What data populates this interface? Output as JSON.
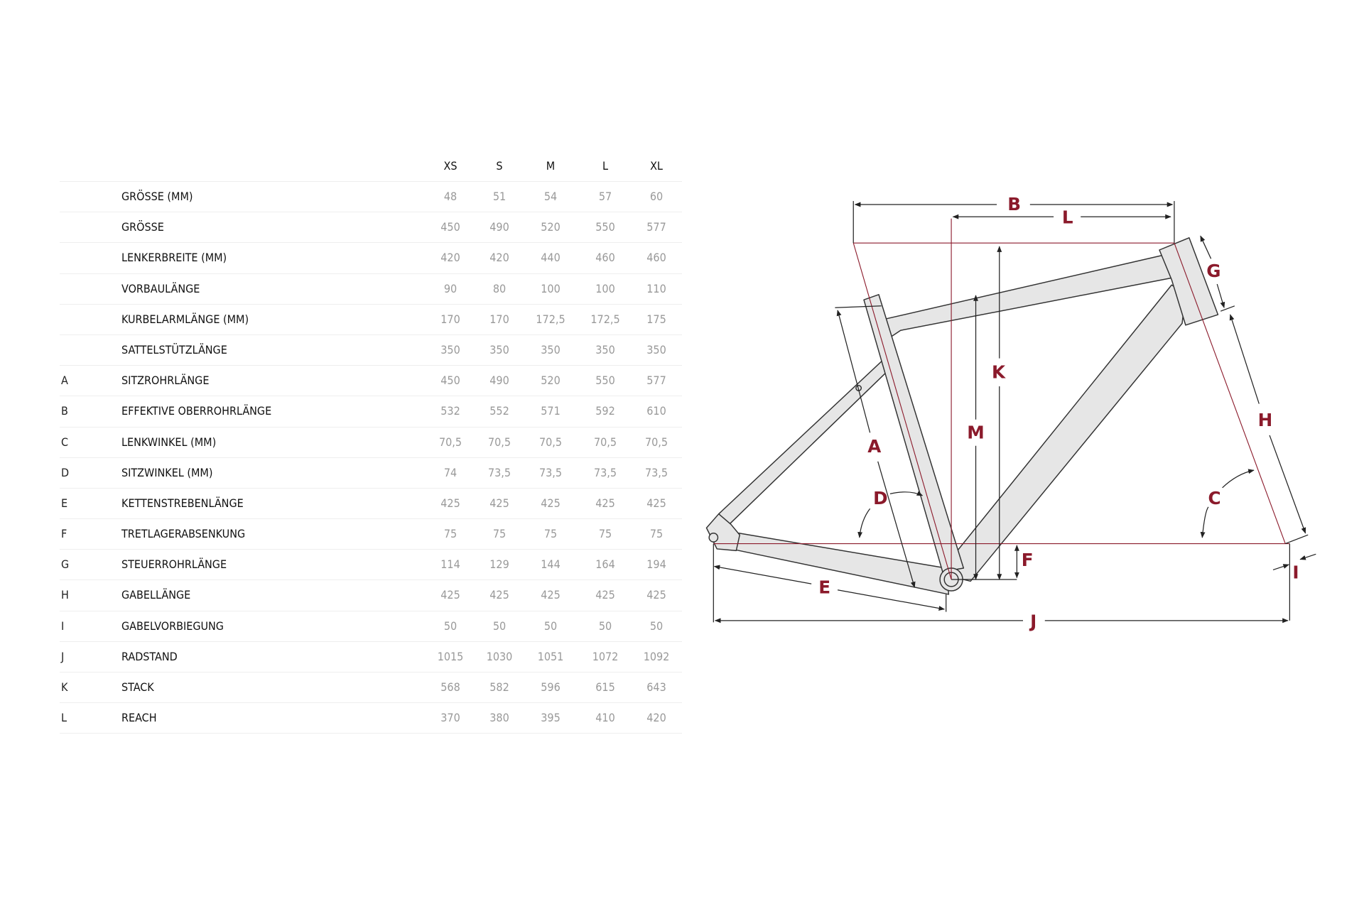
{
  "table": {
    "sizes": [
      "XS",
      "S",
      "M",
      "L",
      "XL"
    ],
    "rows": [
      {
        "letter": "",
        "label": "GRÖSSE (MM)",
        "values": [
          "48",
          "51",
          "54",
          "57",
          "60"
        ]
      },
      {
        "letter": "",
        "label": "GRÖSSE",
        "values": [
          "450",
          "490",
          "520",
          "550",
          "577"
        ]
      },
      {
        "letter": "",
        "label": "LENKERBREITE (MM)",
        "values": [
          "420",
          "420",
          "440",
          "460",
          "460"
        ]
      },
      {
        "letter": "",
        "label": "VORBAULÄNGE",
        "values": [
          "90",
          "80",
          "100",
          "100",
          "110"
        ]
      },
      {
        "letter": "",
        "label": "KURBELARMLÄNGE (MM)",
        "values": [
          "170",
          "170",
          "172,5",
          "172,5",
          "175"
        ]
      },
      {
        "letter": "",
        "label": "SATTELSTÜTZLÄNGE",
        "values": [
          "350",
          "350",
          "350",
          "350",
          "350"
        ]
      },
      {
        "letter": "A",
        "label": "SITZROHRLÄNGE",
        "values": [
          "450",
          "490",
          "520",
          "550",
          "577"
        ]
      },
      {
        "letter": "B",
        "label": "EFFEKTIVE OBERROHRLÄNGE",
        "values": [
          "532",
          "552",
          "571",
          "592",
          "610"
        ]
      },
      {
        "letter": "C",
        "label": "LENKWINKEL (MM)",
        "values": [
          "70,5",
          "70,5",
          "70,5",
          "70,5",
          "70,5"
        ]
      },
      {
        "letter": "D",
        "label": "SITZWINKEL (MM)",
        "values": [
          "74",
          "73,5",
          "73,5",
          "73,5",
          "73,5"
        ]
      },
      {
        "letter": "E",
        "label": "KETTENSTREBENLÄNGE",
        "values": [
          "425",
          "425",
          "425",
          "425",
          "425"
        ]
      },
      {
        "letter": "F",
        "label": "TRETLAGERABSENKUNG",
        "values": [
          "75",
          "75",
          "75",
          "75",
          "75"
        ]
      },
      {
        "letter": "G",
        "label": "STEUERROHRLÄNGE",
        "values": [
          "114",
          "129",
          "144",
          "164",
          "194"
        ]
      },
      {
        "letter": "H",
        "label": "GABELLÄNGE",
        "values": [
          "425",
          "425",
          "425",
          "425",
          "425"
        ]
      },
      {
        "letter": "I",
        "label": "GABELVORBIEGUNG",
        "values": [
          "50",
          "50",
          "50",
          "50",
          "50"
        ]
      },
      {
        "letter": "J",
        "label": "RADSTAND",
        "values": [
          "1015",
          "1030",
          "1051",
          "1072",
          "1092"
        ]
      },
      {
        "letter": "K",
        "label": "STACK",
        "values": [
          "568",
          "582",
          "596",
          "615",
          "643"
        ]
      },
      {
        "letter": "L",
        "label": "REACH",
        "values": [
          "370",
          "380",
          "395",
          "410",
          "420"
        ]
      }
    ]
  },
  "diagram": {
    "labels": {
      "A": "A",
      "B": "B",
      "C": "C",
      "D": "D",
      "E": "E",
      "F": "F",
      "G": "G",
      "H": "H",
      "I": "I",
      "J": "J",
      "K": "K",
      "L": "L",
      "M": "M"
    },
    "accent_color": "#8b1a2b",
    "frame_fill": "#e6e6e6"
  }
}
